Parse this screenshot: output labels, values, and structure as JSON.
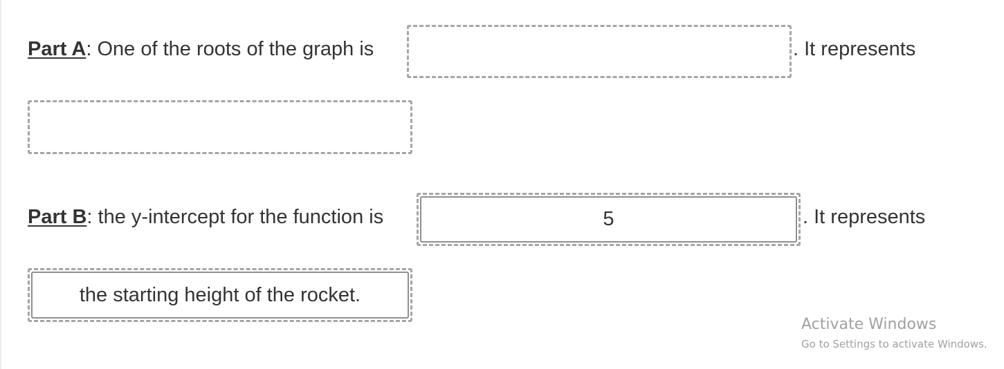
{
  "part_a": {
    "label": "Part A",
    "prompt": ": One of the roots of the graph is",
    "after_blank": ". It represents",
    "blank_value": "",
    "second_blank_value": ""
  },
  "part_b": {
    "label": "Part B",
    "prompt": ": the y-intercept for the function is",
    "after_blank": ". It represents",
    "blank_value": "5",
    "second_blank_value": "the starting height of the rocket."
  },
  "watermark": {
    "title": "Activate Windows",
    "subtitle": "Go to Settings to activate Windows."
  }
}
